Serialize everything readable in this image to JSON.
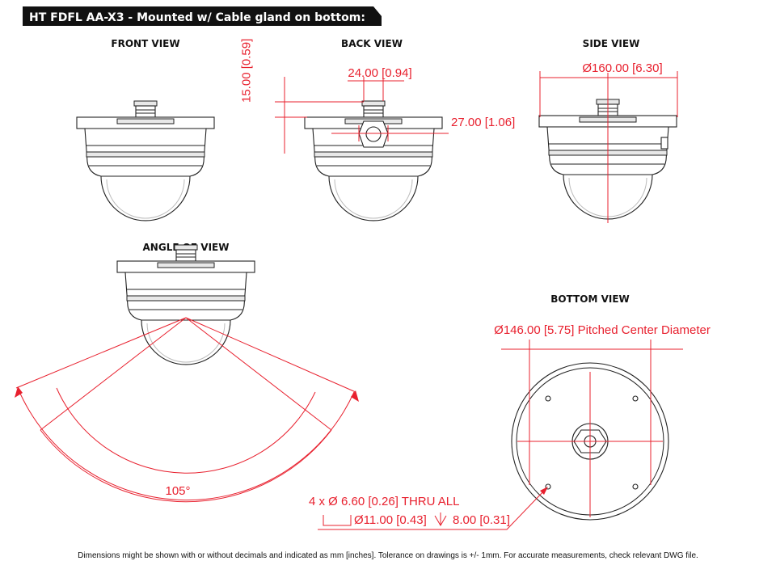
{
  "title": "HT FDFL AA-X3 -  Mounted w/ Cable gland on bottom:",
  "views": {
    "front": "FRONT VIEW",
    "back": "BACK VIEW",
    "side": "SIDE VIEW",
    "angle": "ANGLE OF VIEW",
    "bottom": "BOTTOM VIEW"
  },
  "dimensions": {
    "back_width": "24.00 [0.94]",
    "back_height": "15.00 [0.59]",
    "back_gland": "27.00 [1.06]",
    "side_diameter": "Ø160.00 [6.30]",
    "angle": "105°",
    "pitch_diameter": "Ø146.00 [5.75]  Pitched Center Diameter",
    "hole_line1": "4 x   Ø 6.60 [0.26] THRU ALL",
    "hole_counterbore": "Ø11.00 [0.43]",
    "hole_depth": "8.00 [0.31]"
  },
  "footer": "Dimensions might be shown with or without decimals and indicated as mm [inches]. Tolerance on drawings is +/- 1mm. For accurate measurements, check relevant DWG file.",
  "colors": {
    "dimension": "#e8202e",
    "banner": "#111111"
  }
}
